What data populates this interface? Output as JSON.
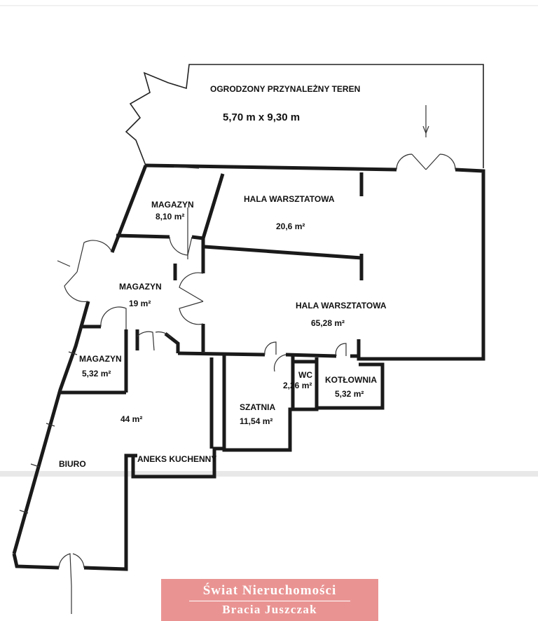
{
  "terrace": {
    "title": "OGRODZONY PRZYNALEŻNY TEREN",
    "dimensions": "5,70 m x 9,30 m"
  },
  "rooms": [
    {
      "id": "magazyn-1",
      "name": "MAGAZYN",
      "area": "8,10 m²"
    },
    {
      "id": "hala-1",
      "name": "HALA WARSZTATOWA",
      "area": "20,6 m²"
    },
    {
      "id": "magazyn-2",
      "name": "MAGAZYN",
      "area": "19 m²"
    },
    {
      "id": "hala-2",
      "name": "HALA WARSZTATOWA",
      "area": "65,28 m²"
    },
    {
      "id": "magazyn-3",
      "name": "MAGAZYN",
      "area": "5,32 m²"
    },
    {
      "id": "wc",
      "name": "WC",
      "area": "2,26 m²"
    },
    {
      "id": "kotlownia",
      "name": "KOTŁOWNIA",
      "area": "5,32 m²"
    },
    {
      "id": "szatnia",
      "name": "SZATNIA",
      "area": "11,54 m²"
    },
    {
      "id": "office-area",
      "area": "44 m²"
    },
    {
      "id": "aneks",
      "name": "ANEKS KUCHENNY"
    },
    {
      "id": "biuro",
      "name": "BIURO"
    }
  ],
  "logo": {
    "line1": "Świat Nieruchomości",
    "line2": "Bracia Juszczak",
    "color": "#e99493"
  }
}
